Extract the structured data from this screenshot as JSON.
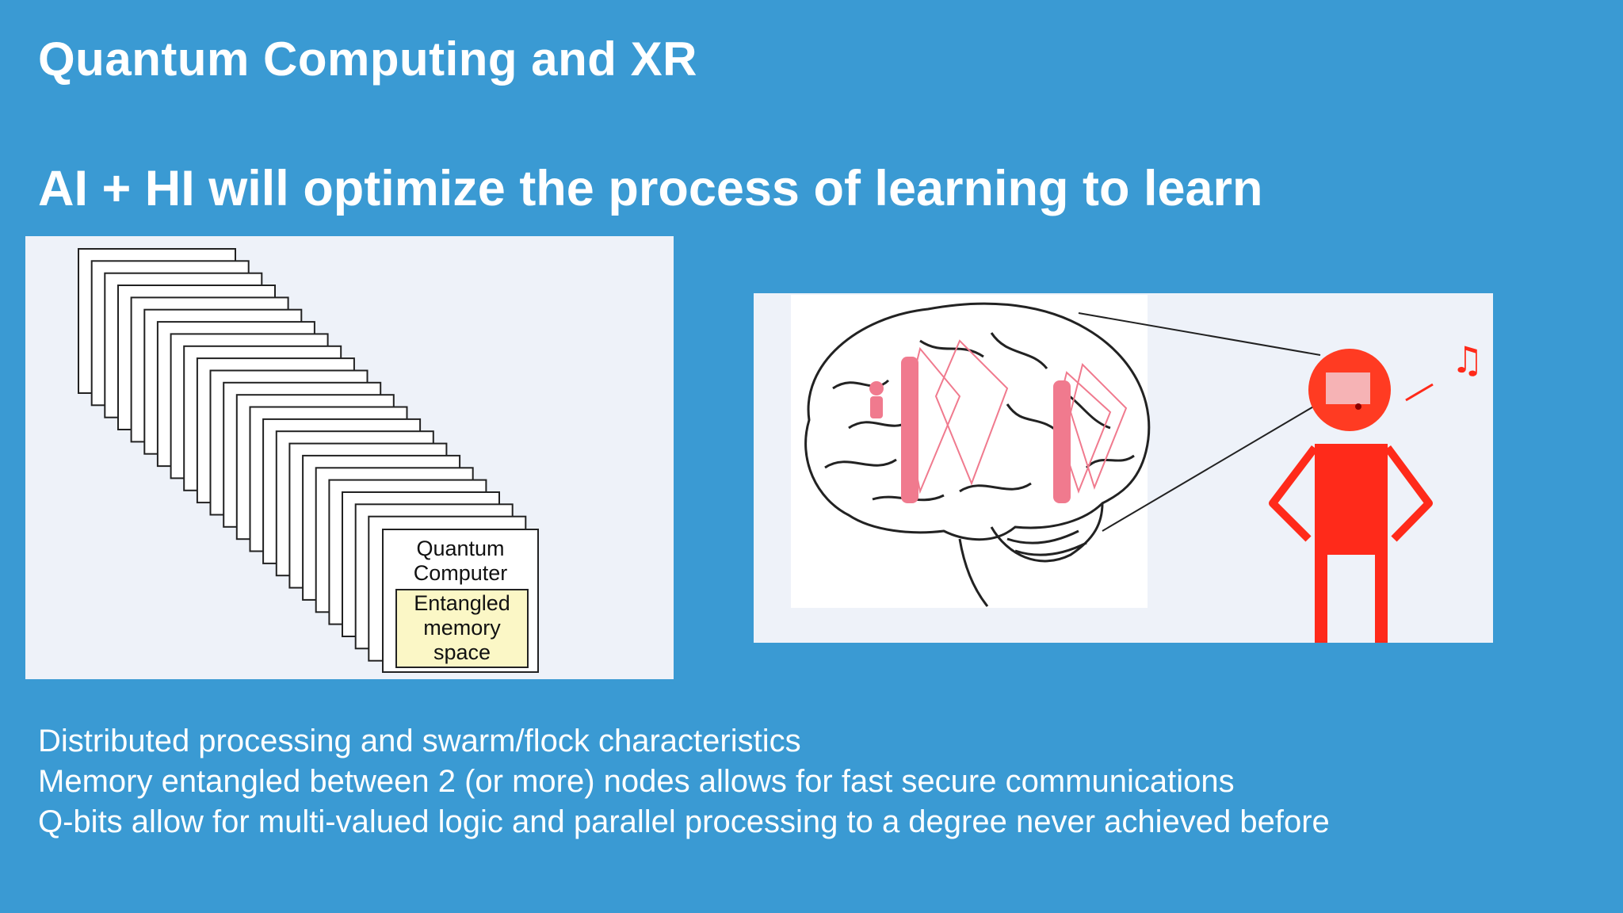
{
  "slide": {
    "title": "Quantum Computing and XR",
    "subtitle": "AI + HI will optimize the process of learning to learn"
  },
  "left_figure": {
    "stack_layers": 23,
    "box_label": "Quantum\nComputer",
    "memory_label": "Entangled\nmemory\nspace",
    "memory_fill": "#fbf7c6"
  },
  "right_figure": {
    "icons": [
      "brain-illustration-icon",
      "stick-figure-icon",
      "music-note-icon"
    ],
    "accent_color": "#ff2a1a",
    "highlight_color": "#f07a8e"
  },
  "bullets": [
    "Distributed processing and swarm/flock characteristics",
    "Memory entangled between 2 (or more) nodes allows for fast secure communications",
    "Q-bits allow for multi-valued logic and parallel processing to a degree never achieved before"
  ],
  "colors": {
    "background": "#3a9ad3",
    "panel": "#eef2f9",
    "text": "#ffffff"
  }
}
